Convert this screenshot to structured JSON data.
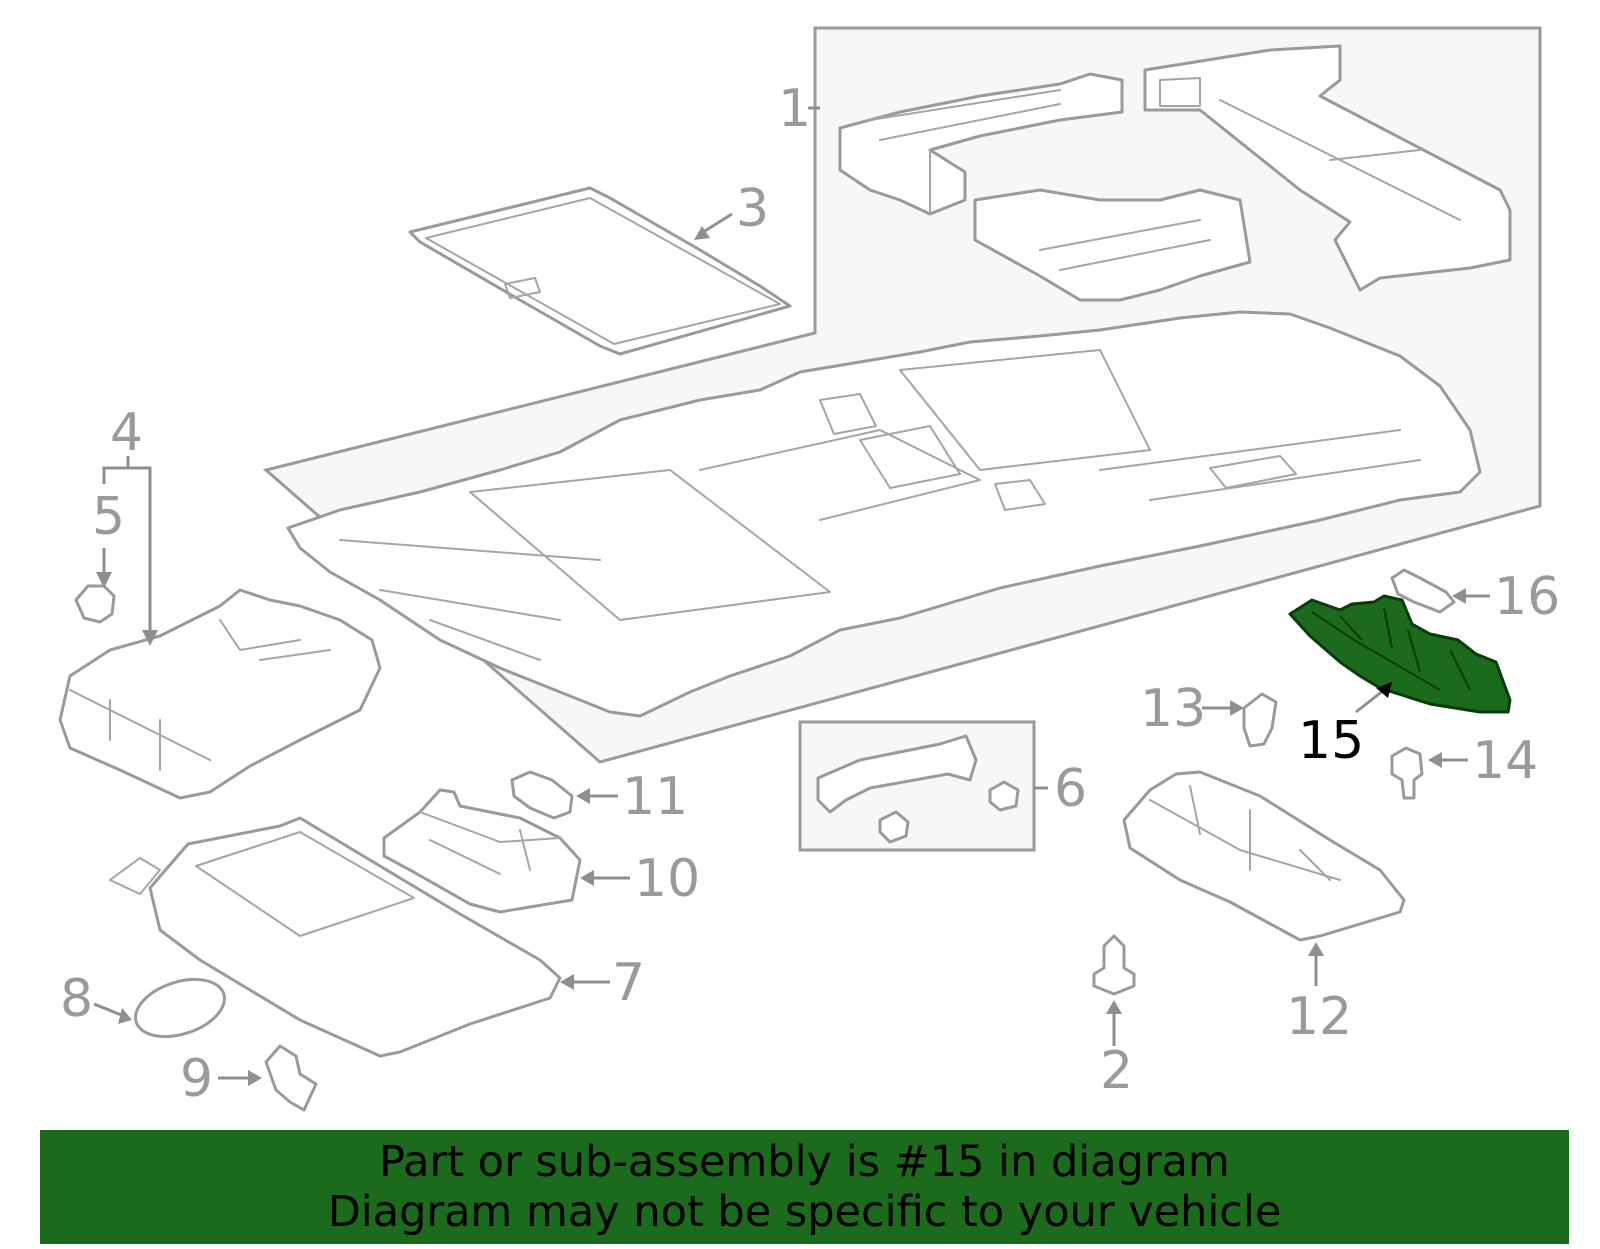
{
  "diagram": {
    "highlighted_part": "15",
    "callouts": [
      {
        "id": "c1",
        "label": "1"
      },
      {
        "id": "c2",
        "label": "2"
      },
      {
        "id": "c3",
        "label": "3"
      },
      {
        "id": "c4",
        "label": "4"
      },
      {
        "id": "c5",
        "label": "5"
      },
      {
        "id": "c6",
        "label": "6"
      },
      {
        "id": "c7",
        "label": "7"
      },
      {
        "id": "c8",
        "label": "8"
      },
      {
        "id": "c9",
        "label": "9"
      },
      {
        "id": "c10",
        "label": "10"
      },
      {
        "id": "c11",
        "label": "11"
      },
      {
        "id": "c12",
        "label": "12"
      },
      {
        "id": "c13",
        "label": "13"
      },
      {
        "id": "c14",
        "label": "14"
      },
      {
        "id": "c15",
        "label": "15"
      },
      {
        "id": "c16",
        "label": "16"
      }
    ],
    "highlight_color": "#1c6a1c",
    "line_color": "#9a9a9a"
  },
  "banner": {
    "line1": "Part or sub-assembly is #15 in diagram",
    "line2": "Diagram may not be specific to your vehicle",
    "background": "#1c6a1c"
  }
}
